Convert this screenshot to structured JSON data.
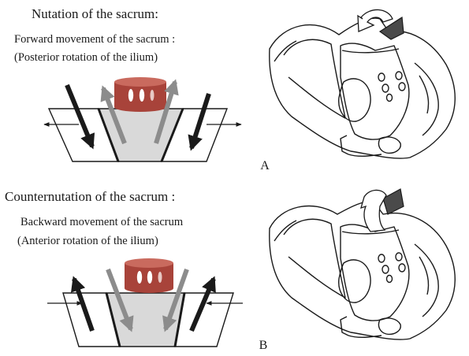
{
  "panel_a": {
    "title": "Nutation of the sacrum:",
    "line1": "Forward movement of the sacrum :",
    "line2": "(Posterior rotation of the ilium)",
    "label": "A"
  },
  "panel_b": {
    "title": "Counternutation of the sacrum :",
    "line1": "Backward movement of the sacrum",
    "line2": "(Anterior rotation of the ilium)",
    "label": "B"
  },
  "colors": {
    "ink": "#1a1a1a",
    "sacrum_fill": "#d9d9d9",
    "weight_red": "#a8433a",
    "weight_top": "#c96a5e",
    "gray_arrow": "#8c8c8c",
    "sacral_promontory": "#4a4a4a"
  }
}
